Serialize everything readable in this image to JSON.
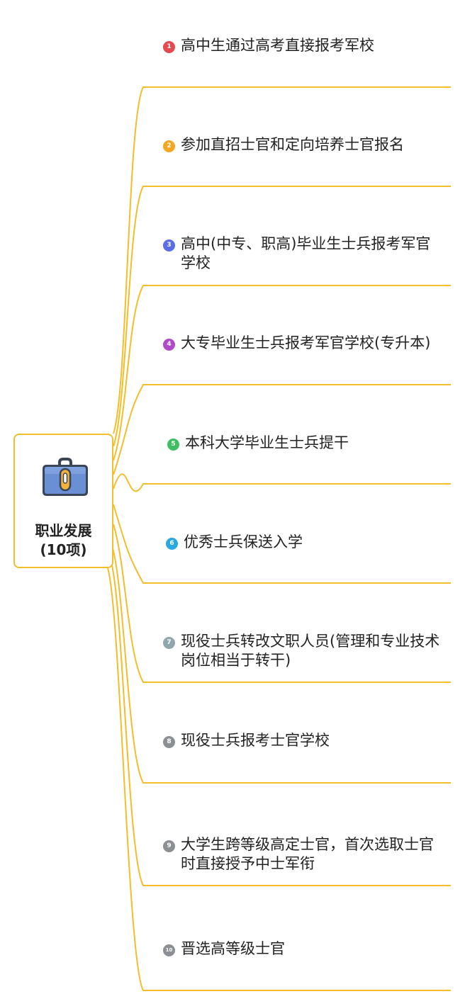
{
  "root": {
    "title_line1": "职业发展",
    "title_line2": "(10项)",
    "icon": "briefcase-icon"
  },
  "colors": {
    "connector": "#f3bd2c",
    "text": "#222222"
  },
  "branches": [
    {
      "number": "1",
      "label": "高中生通过高考直接报考军校",
      "color": "#e5484d"
    },
    {
      "number": "2",
      "label": "参加直招士官和定向培养士官报名",
      "color": "#f5a623"
    },
    {
      "number": "3",
      "label": "高中(中专、职高)毕业生士兵报考军官学校",
      "color": "#5a6ee8"
    },
    {
      "number": "4",
      "label": "大专毕业生士兵报考军官学校(专升本)",
      "color": "#b14ac9"
    },
    {
      "number": "5",
      "label": "本科大学毕业生士兵提干",
      "color": "#3fbf63"
    },
    {
      "number": "6",
      "label": "优秀士兵保送入学",
      "color": "#29a9e0"
    },
    {
      "number": "7",
      "label": "现役士兵转改文职人员(管理和专业技术岗位相当于转干)",
      "color": "#8fa7ad"
    },
    {
      "number": "8",
      "label": "现役士兵报考士官学校",
      "color": "#8c8f94"
    },
    {
      "number": "9",
      "label": "大学生跨等级高定士官，首次选取士官时直接授予中士军衔",
      "color": "#8c8f94"
    },
    {
      "number": "10",
      "label": "晋选高等级士官",
      "color": "#8c8f94"
    }
  ]
}
